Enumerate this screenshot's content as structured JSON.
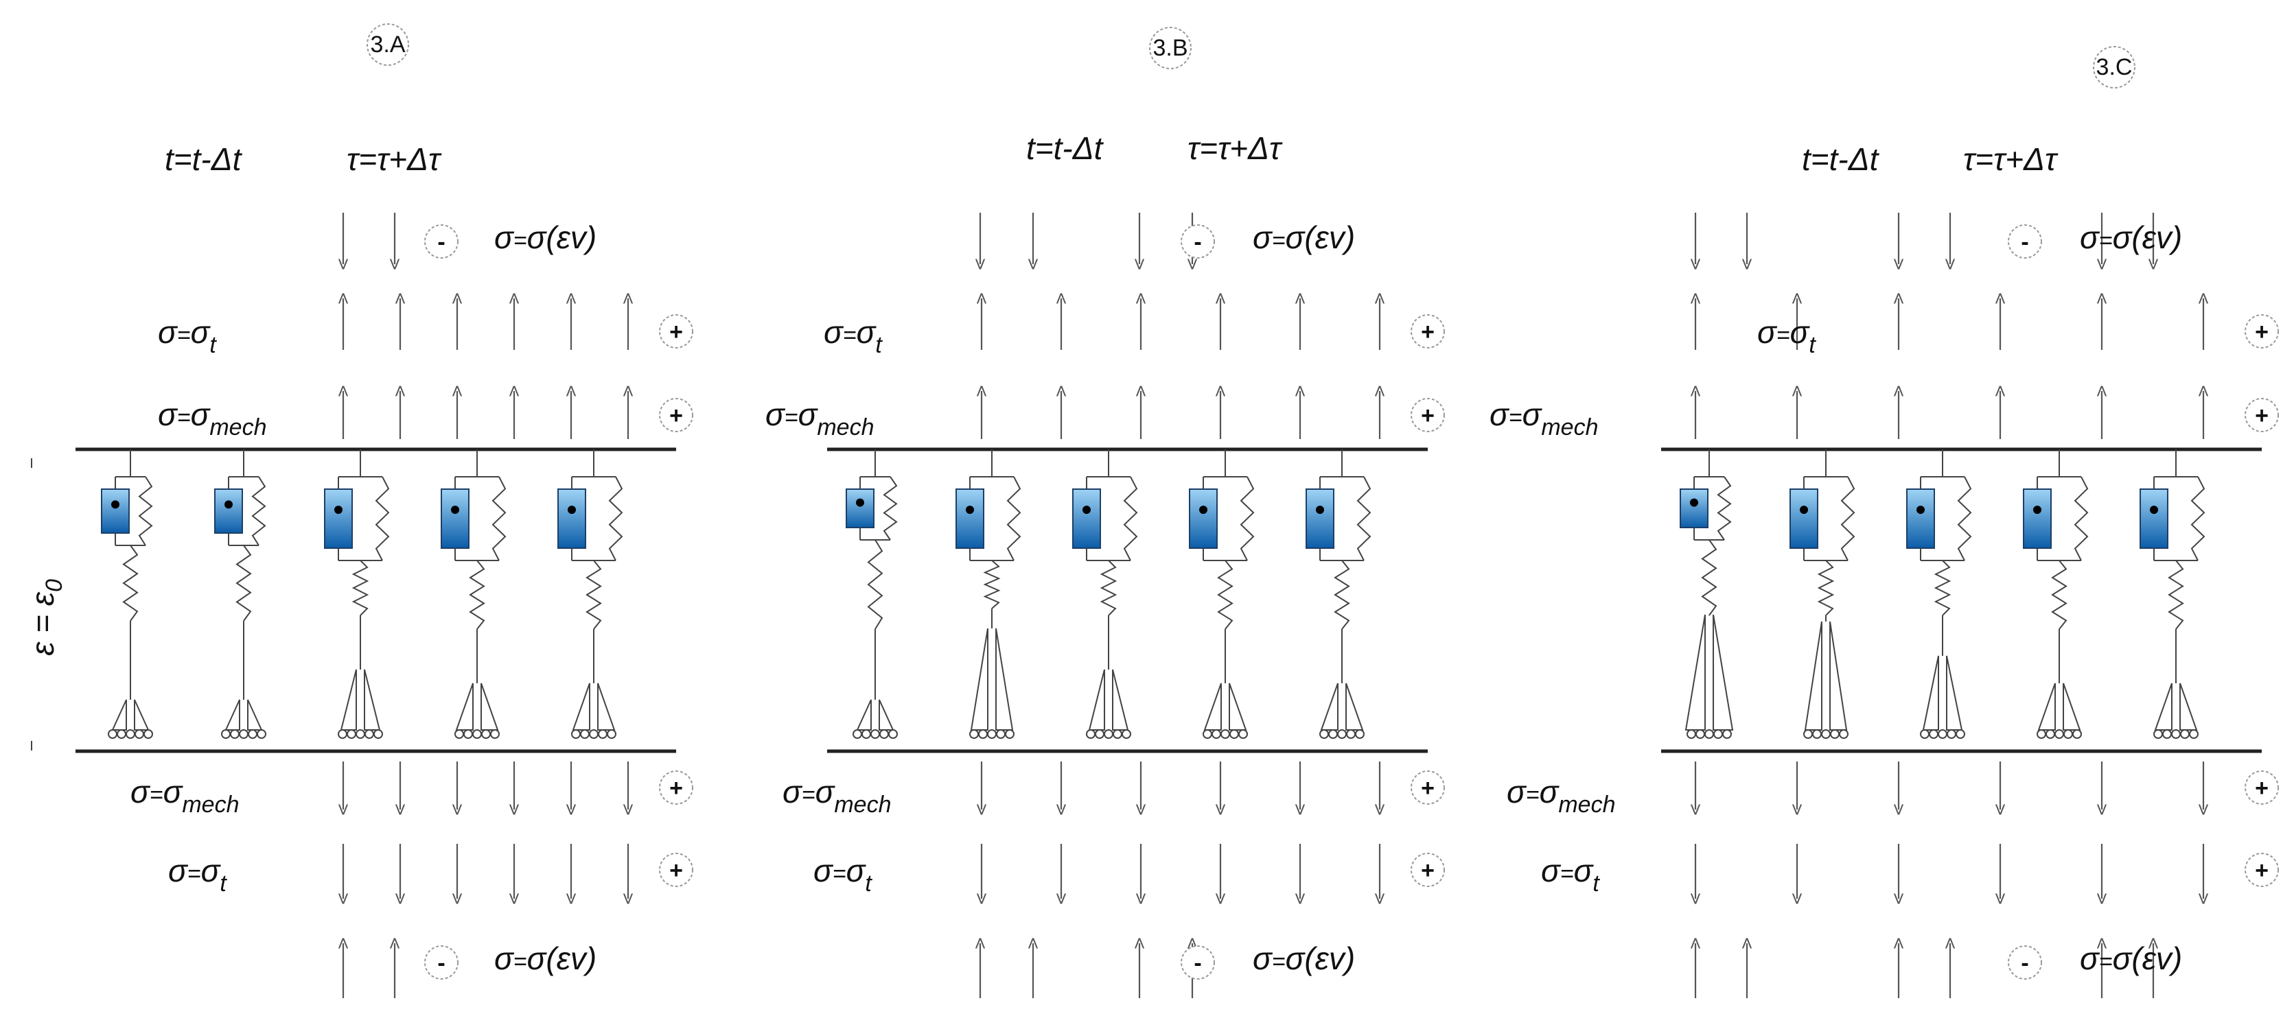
{
  "panels": [
    {
      "label": "3.A",
      "time_step": "t=t-Δt",
      "tau_step": "τ=τ+Δτ",
      "top_ev": {
        "lhs": "σ",
        "rhs": "σ(εv)",
        "sign": "-"
      },
      "top_t": {
        "lhs": "σ",
        "rhs": "σ",
        "sub": "t",
        "sign": "+"
      },
      "top_mech": {
        "lhs": "σ",
        "rhs": "σ",
        "sub": "mech",
        "sign": "+"
      },
      "bot_mech": {
        "lhs": "σ",
        "rhs": "σ",
        "sub": "mech",
        "sign": "+"
      },
      "bot_t": {
        "lhs": "σ",
        "rhs": "σ",
        "sub": "t",
        "sign": "+"
      },
      "bot_ev": {
        "lhs": "σ",
        "rhs": "σ(εv)",
        "sign": "-"
      }
    },
    {
      "label": "3.B",
      "time_step": "t=t-Δt",
      "tau_step": "τ=τ+Δτ",
      "top_ev": {
        "lhs": "σ",
        "rhs": "σ(εv)",
        "sign": "-"
      },
      "top_t": {
        "lhs": "σ",
        "rhs": "σ",
        "sub": "t",
        "sign": "+"
      },
      "top_mech": {
        "lhs": "σ",
        "rhs": "σ",
        "sub": "mech",
        "sign": "+"
      },
      "bot_mech": {
        "lhs": "σ",
        "rhs": "σ",
        "sub": "mech",
        "sign": "+"
      },
      "bot_t": {
        "lhs": "σ",
        "rhs": "σ",
        "sub": "t",
        "sign": "+"
      },
      "bot_ev": {
        "lhs": "σ",
        "rhs": "σ(εv)",
        "sign": "-"
      }
    },
    {
      "label": "3.C",
      "time_step": "t=t-Δt",
      "tau_step": "τ=τ+Δτ",
      "top_ev": {
        "lhs": "σ",
        "rhs": "σ(εv)",
        "sign": "-"
      },
      "top_t": {
        "lhs": "σ",
        "rhs": "σ",
        "sub": "t",
        "sign": "+"
      },
      "top_mech": {
        "lhs": "σ",
        "rhs": "σ",
        "sub": "mech",
        "sign": "+"
      },
      "bot_mech": {
        "lhs": "σ",
        "rhs": "σ",
        "sub": "mech",
        "sign": "+"
      },
      "bot_t": {
        "lhs": "σ",
        "rhs": "σ",
        "sub": "t",
        "sign": "+"
      },
      "bot_ev": {
        "lhs": "σ",
        "rhs": "σ(εv)",
        "sign": "-"
      }
    }
  ],
  "strain_label": {
    "lhs": "ε",
    "rhs": "ε",
    "sub": "0"
  },
  "colors": {
    "dashpot_top": "#9fd3f5",
    "dashpot_bottom": "#0a5ca8",
    "line": "#222222",
    "arrow": "#555555"
  }
}
